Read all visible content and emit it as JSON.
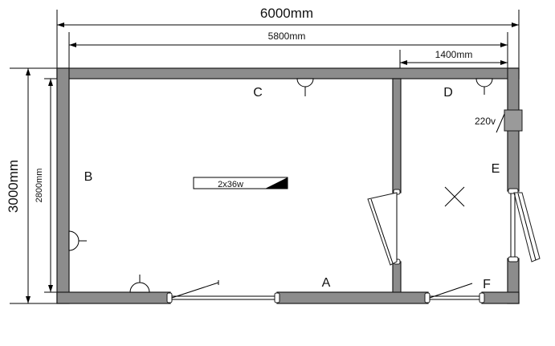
{
  "dimensions": {
    "overall_width": "6000mm",
    "inner_width": "5800mm",
    "annex_width": "1400mm",
    "overall_height": "3000mm",
    "inner_height": "2800mm"
  },
  "wall_labels": {
    "a": "A",
    "b": "B",
    "c": "C",
    "d": "D",
    "e": "E",
    "f": "F"
  },
  "fixtures": {
    "light_fixture": "2x36w",
    "socket": "220v"
  },
  "icons": [
    "wall-lamp-icon",
    "ceiling-light-cross-icon",
    "fluorescent-fixture-icon",
    "electrical-box-icon",
    "door-swing-icon",
    "window-icon"
  ]
}
